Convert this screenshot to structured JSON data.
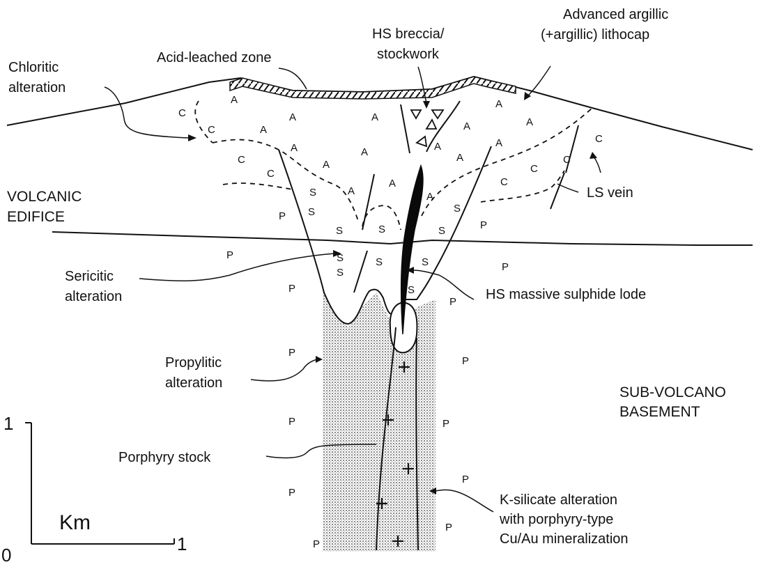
{
  "labels": {
    "chloritic_1": "Chloritic",
    "chloritic_2": "alteration",
    "acid_leached": "Acid-leached zone",
    "hs_breccia_1": "HS breccia/",
    "hs_breccia_2": "stockwork",
    "advanced_1": "Advanced argillic",
    "advanced_2": "(+argillic)  lithocap",
    "volcanic_1": "VOLCANIC",
    "volcanic_2": "EDIFICE",
    "ls_vein": "LS vein",
    "sericitic_1": "Sericitic",
    "sericitic_2": "alteration",
    "hs_massive": "HS massive sulphide lode",
    "propylitic_1": "Propylitic",
    "propylitic_2": "alteration",
    "subvolcano_1": "SUB-VOLCANO",
    "subvolcano_2": "BASEMENT",
    "porphyry_stock": "Porphyry  stock",
    "ksilicate_1": "K-silicate alteration",
    "ksilicate_2": "with porphyry-type",
    "ksilicate_3": "Cu/Au mineralization"
  },
  "zone_codes": {
    "chloritic": "C",
    "argillic": "A",
    "sericitic": "S",
    "propylitic": "P"
  },
  "scale": {
    "unit": "Km",
    "origin": "0",
    "x_max": "1",
    "y_max": "1"
  }
}
